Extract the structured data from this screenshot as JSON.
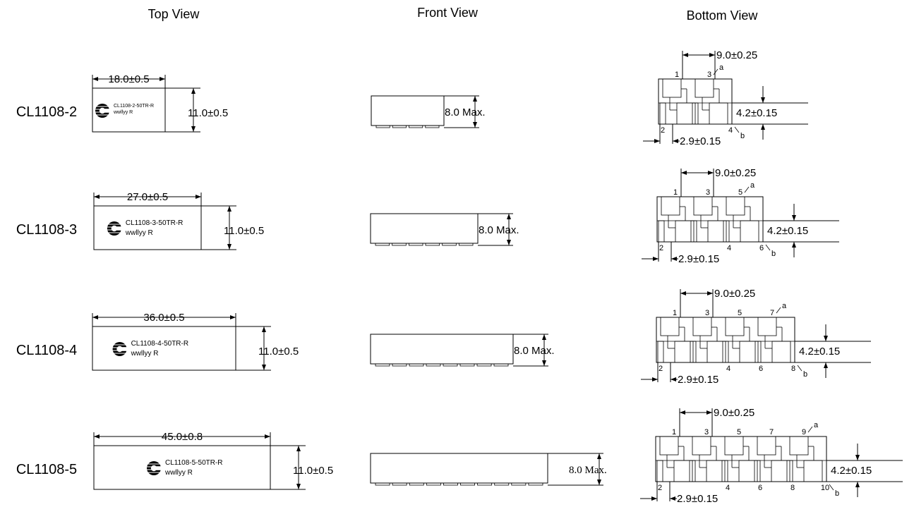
{
  "headers": {
    "top": "Top View",
    "front": "Front View",
    "bottom": "Bottom View"
  },
  "parts": [
    {
      "name": "CL1108-2",
      "length_dim": "18.0±0.5",
      "height_dim": "11.0±0.5",
      "marking_line1": "CL1108-2-50TR-R",
      "marking_line2": "wwllyy R",
      "front_dim": "8.0 Max.",
      "pitch_dim": "9.0±0.25",
      "pad_height_dim": "4.2±0.15",
      "pad_offset_dim": "2.9±0.15",
      "top_pins": [
        "1",
        "3"
      ],
      "bottom_pins": [
        "2",
        "4"
      ],
      "label_a": "a",
      "label_b": "b"
    },
    {
      "name": "CL1108-3",
      "length_dim": "27.0±0.5",
      "height_dim": "11.0±0.5",
      "marking_line1": "CL1108-3-50TR-R",
      "marking_line2": "wwllyy R",
      "front_dim": "8.0 Max.",
      "pitch_dim": "9.0±0.25",
      "pad_height_dim": "4.2±0.15",
      "pad_offset_dim": "2.9±0.15",
      "top_pins": [
        "1",
        "3",
        "5"
      ],
      "bottom_pins": [
        "2",
        "4",
        "6"
      ],
      "label_a": "a",
      "label_b": "b"
    },
    {
      "name": "CL1108-4",
      "length_dim": "36.0±0.5",
      "height_dim": "11.0±0.5",
      "marking_line1": "CL1108-4-50TR-R",
      "marking_line2": "wwllyy R",
      "front_dim": "8.0 Max.",
      "pitch_dim": "9.0±0.25",
      "pad_height_dim": "4.2±0.15",
      "pad_offset_dim": "2.9±0.15",
      "top_pins": [
        "1",
        "3",
        "5",
        "7"
      ],
      "bottom_pins": [
        "2",
        "4",
        "6",
        "8"
      ],
      "label_a": "a",
      "label_b": "b"
    },
    {
      "name": "CL1108-5",
      "length_dim": "45.0±0.8",
      "height_dim": "11.0±0.5",
      "marking_line1": "CL1108-5-50TR-R",
      "marking_line2": "wwllyy R",
      "front_dim": "8.0 Max.",
      "pitch_dim": "9.0±0.25",
      "pad_height_dim": "4.2±0.15",
      "pad_offset_dim": "2.9±0.15",
      "top_pins": [
        "1",
        "3",
        "5",
        "7",
        "9"
      ],
      "bottom_pins": [
        "2",
        "4",
        "6",
        "8",
        "10"
      ],
      "label_a": "a",
      "label_b": "b"
    }
  ]
}
